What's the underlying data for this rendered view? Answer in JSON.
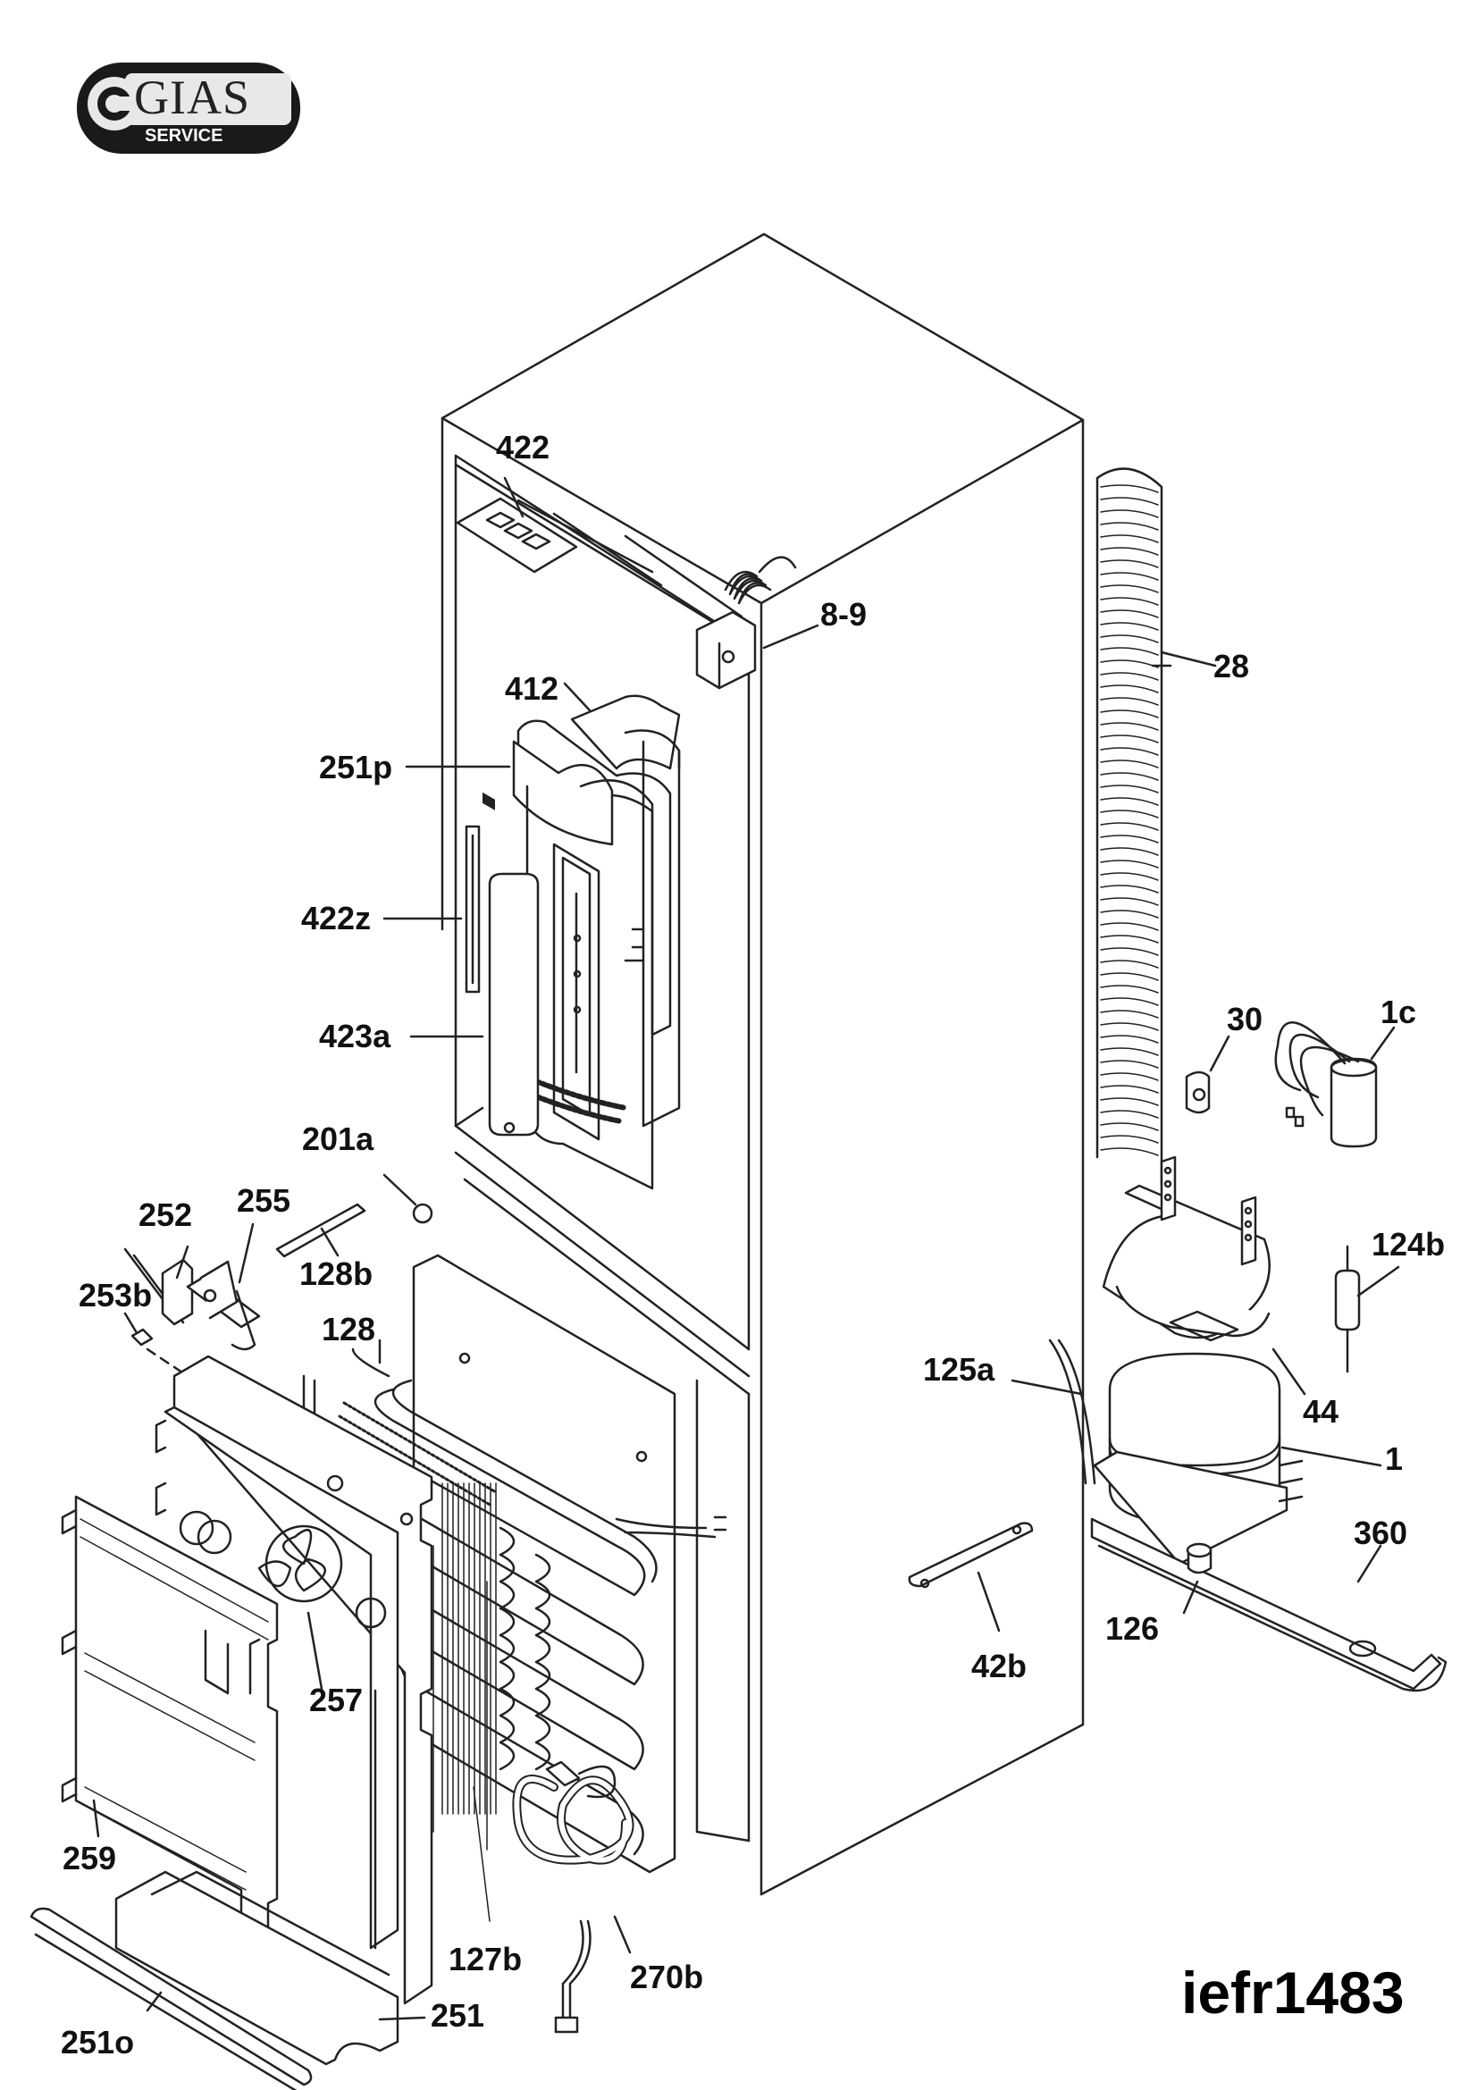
{
  "brand": {
    "name": "GIAS",
    "sub": "SERVICE"
  },
  "drawing_code": "iefr1483",
  "labels": {
    "l422": "422",
    "l8_9": "8-9",
    "l412": "412",
    "l28": "28",
    "l251p": "251p",
    "l422z": "422z",
    "l423a": "423a",
    "l30": "30",
    "l1c": "1c",
    "l201a": "201a",
    "l252": "252",
    "l255": "255",
    "l128b": "128b",
    "l124b": "124b",
    "l253b": "253b",
    "l128": "128",
    "l125a": "125a",
    "l44": "44",
    "l1": "1",
    "l360": "360",
    "l126": "126",
    "l42b": "42b",
    "l257": "257",
    "l259": "259",
    "l127b": "127b",
    "l270b": "270b",
    "l251": "251",
    "l251o": "251o"
  },
  "colors": {
    "line": "#222222",
    "fill": "#ffffff",
    "logo_bg": "#1a1a1a"
  }
}
